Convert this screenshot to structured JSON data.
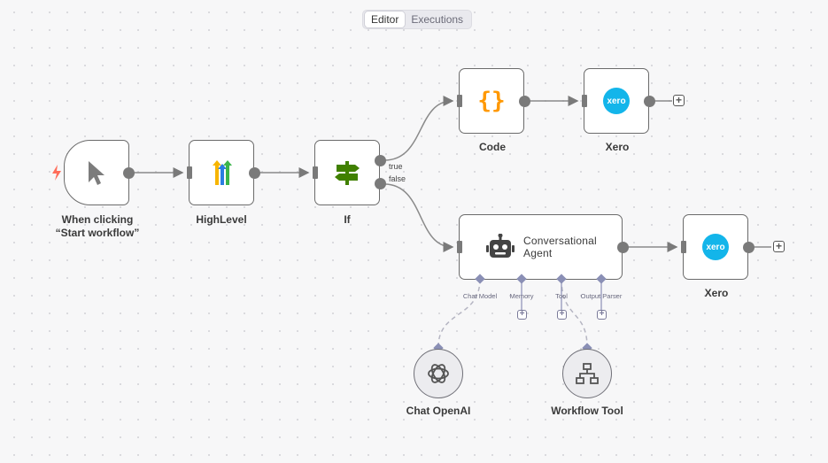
{
  "tabs": {
    "editor": "Editor",
    "executions": "Executions"
  },
  "nodes": {
    "trigger": {
      "label_line1": "When clicking",
      "label_line2": "“Start workflow”"
    },
    "highlevel": {
      "label": "HighLevel"
    },
    "if": {
      "label": "If",
      "true_label": "true",
      "false_label": "false"
    },
    "code": {
      "label": "Code",
      "icon_text": "{}"
    },
    "xero_top": {
      "label": "Xero",
      "icon_text": "xero"
    },
    "agent": {
      "title_line1": "Conversational",
      "title_line2": "Agent",
      "inputs": {
        "chat_model": "Chat Model",
        "memory": "Memory",
        "tool": "Tool",
        "output_parser": "Output Parser"
      }
    },
    "xero_bottom": {
      "label": "Xero",
      "icon_text": "xero"
    },
    "chat_openai": {
      "label": "Chat OpenAI"
    },
    "workflow_tool": {
      "label": "Workflow Tool"
    }
  },
  "plus_symbol": "+",
  "colors": {
    "xero": "#13b5ea",
    "code": "#ff9800",
    "if": "#408000",
    "trigger_bolt": "#ff6d5a"
  }
}
